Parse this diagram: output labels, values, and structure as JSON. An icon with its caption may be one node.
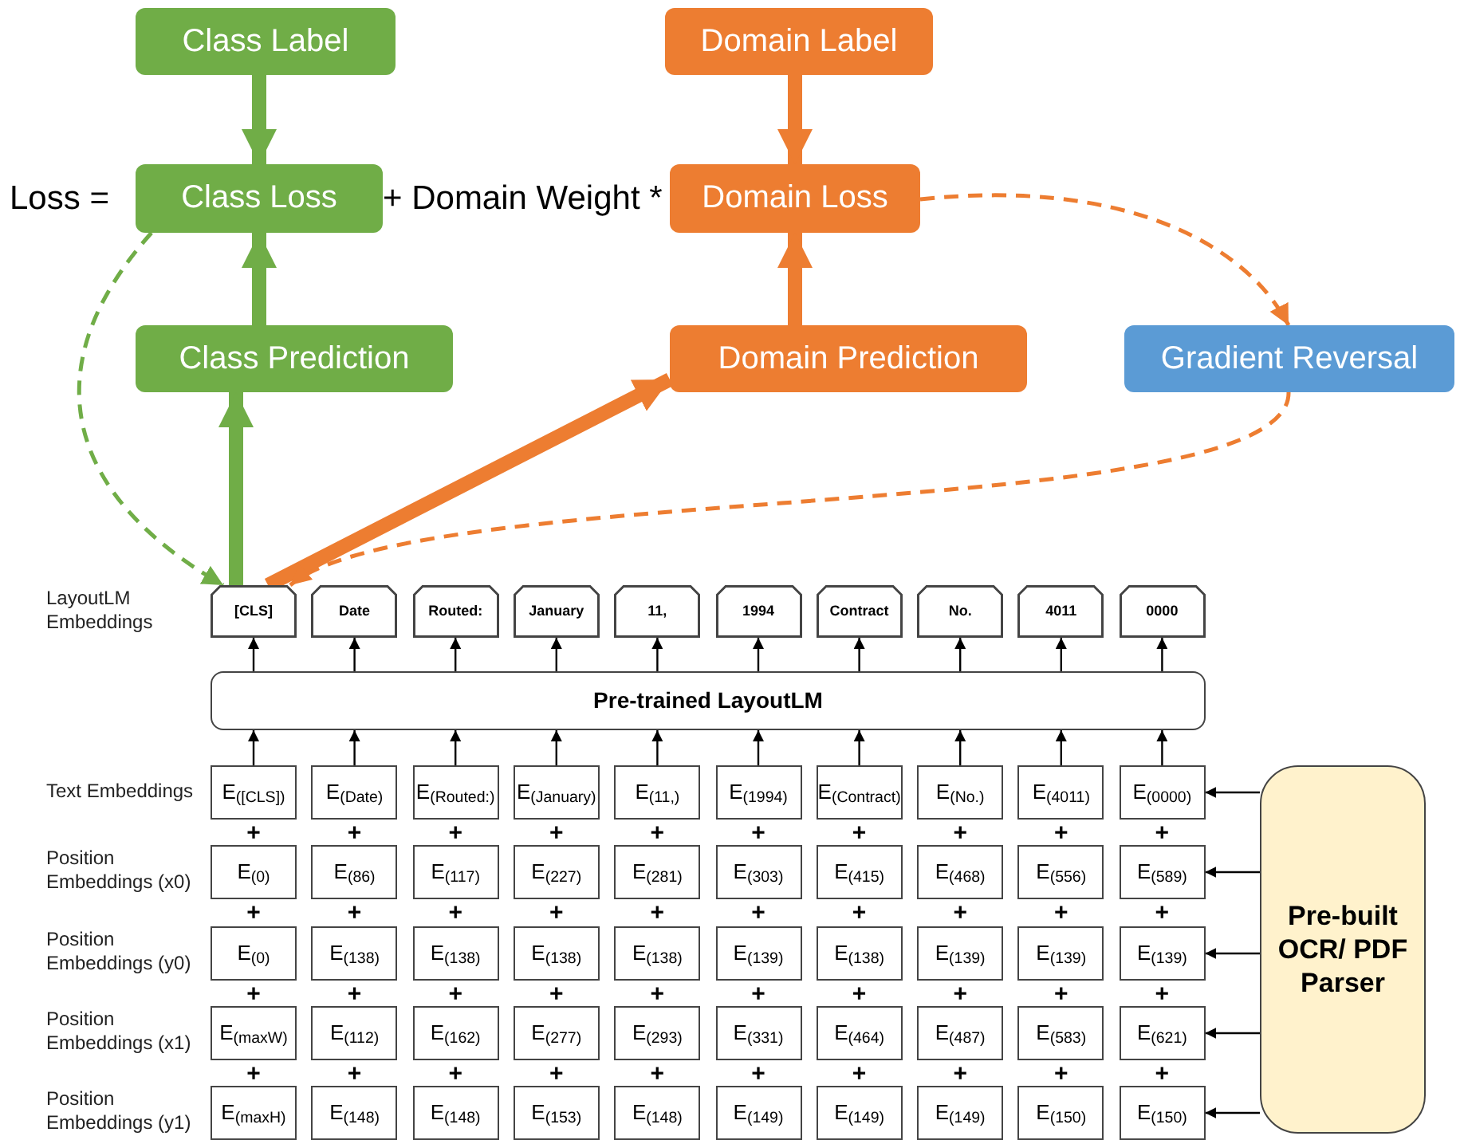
{
  "diagram": {
    "nodes": [
      {
        "text": [
          "Class Label"
        ]
      },
      {
        "text": [
          "Domain Label"
        ]
      },
      {
        "text": [
          "Class Loss"
        ]
      },
      {
        "text": [
          "Domain Loss"
        ]
      },
      {
        "text": [
          "Class Prediction"
        ]
      },
      {
        "text": [
          "Domain Prediction"
        ]
      },
      {
        "text": [
          "Gradient Reversal"
        ]
      },
      {
        "text": [
          "[CLS]"
        ]
      },
      {
        "text": [
          "Date"
        ]
      },
      {
        "text": [
          "Routed:"
        ]
      },
      {
        "text": [
          "January"
        ]
      },
      {
        "text": [
          "11,"
        ]
      },
      {
        "text": [
          "1994"
        ]
      },
      {
        "text": [
          "Contract"
        ]
      },
      {
        "text": [
          "No."
        ]
      },
      {
        "text": [
          "4011"
        ]
      },
      {
        "text": [
          "0000"
        ]
      },
      {
        "text": [
          "Pre-trained LayoutLM"
        ]
      },
      {
        "text": [
          "E$_{([CLS])}$"
        ]
      },
      {
        "text": [
          "E$_{(Date)}$"
        ]
      },
      {
        "text": [
          "E$_{(Routed:)}$"
        ]
      },
      {
        "text": [
          "E$_{(January)}$"
        ]
      },
      {
        "text": [
          "E$_{(11,)}$"
        ]
      },
      {
        "text": [
          "E$_{(1994)}$"
        ]
      },
      {
        "text": [
          "E$_{(Contract)}$"
        ]
      },
      {
        "text": [
          "E$_{(No.)}$"
        ]
      },
      {
        "text": [
          "E$_{(4011)}$"
        ]
      },
      {
        "text": [
          "E$_{(0000)}$"
        ]
      },
      {
        "text": [
          "E$_{(0)}$"
        ]
      },
      {
        "text": [
          "E$_{(86)}$"
        ]
      },
      {
        "text": [
          "E$_{(117)}$"
        ]
      },
      {
        "text": [
          "E$_{(227)}$"
        ]
      },
      {
        "text": [
          "E$_{(281)}$"
        ]
      },
      {
        "text": [
          "E$_{(303)}$"
        ]
      },
      {
        "text": [
          "E$_{(415)}$"
        ]
      },
      {
        "text": [
          "E$_{(468)}$"
        ]
      },
      {
        "text": [
          "E$_{(556)}$"
        ]
      },
      {
        "text": [
          "E$_{(589)}$"
        ]
      },
      {
        "text": [
          "E$_{(0)}$"
        ]
      },
      {
        "text": [
          "E$_{(138)}$"
        ]
      },
      {
        "text": [
          "E$_{(138)}$"
        ]
      },
      {
        "text": [
          "E$_{(138)}$"
        ]
      },
      {
        "text": [
          "E$_{(138)}$"
        ]
      },
      {
        "text": [
          "E$_{(139)}$"
        ]
      },
      {
        "text": [
          "E$_{(138)}$"
        ]
      },
      {
        "text": [
          "E$_{(139)}$"
        ]
      },
      {
        "text": [
          "E$_{(139)}$"
        ]
      },
      {
        "text": [
          "E$_{(139)}$"
        ]
      },
      {
        "text": [
          "E$_{(maxW)}$"
        ]
      },
      {
        "text": [
          "E$_{(112)}$"
        ]
      },
      {
        "text": [
          "E$_{(162)}$"
        ]
      },
      {
        "text": [
          "E$_{(277)}$"
        ]
      },
      {
        "text": [
          "E$_{(293)}$"
        ]
      },
      {
        "text": [
          "E$_{(331)}$"
        ]
      },
      {
        "text": [
          "E$_{(464)}$"
        ]
      },
      {
        "text": [
          "E$_{(487)}$"
        ]
      },
      {
        "text": [
          "E$_{(583)}$"
        ]
      },
      {
        "text": [
          "E$_{(621)}$"
        ]
      },
      {
        "text": [
          "E$_{(maxH)}$"
        ]
      },
      {
        "text": [
          "E$_{(148)}$"
        ]
      },
      {
        "text": [
          "E$_{(148)}$"
        ]
      },
      {
        "text": [
          "E$_{(153)}$"
        ]
      },
      {
        "text": [
          "E$_{(148)}$"
        ]
      },
      {
        "text": [
          "E$_{(149)}$"
        ]
      },
      {
        "text": [
          "E$_{(149)}$"
        ]
      },
      {
        "text": [
          "E$_{(149)}$"
        ]
      },
      {
        "text": [
          "E$_{(150)}$"
        ]
      },
      {
        "text": [
          "E$_{(150)}$"
        ]
      },
      {
        "text": [
          "Pre-built OCR/ PDF Parser"
        ]
      }
    ],
    "edges": [
      {
        "from": 0,
        "to": 2,
        "arrow": "to",
        "style": "thick",
        "color": "#70ad47"
      },
      {
        "from": 1,
        "to": 3,
        "arrow": "to",
        "style": "thick",
        "color": "#ed7d31"
      },
      {
        "from": 4,
        "to": 2,
        "arrow": "to",
        "style": "thick",
        "color": "#70ad47"
      },
      {
        "from": 5,
        "to": 3,
        "arrow": "to",
        "style": "thick",
        "color": "#ed7d31"
      },
      {
        "from": 7,
        "to": 4,
        "arrow": "to",
        "style": "thick",
        "color": "#70ad47"
      },
      {
        "from": 7,
        "to": 5,
        "arrow": "to",
        "style": "thick",
        "color": "#ed7d31"
      },
      {
        "from": 2,
        "to": 7,
        "arrow": "to",
        "style": "dashed",
        "color": "#70ad47"
      },
      {
        "from": 3,
        "to": 6,
        "arrow": "to",
        "style": "dashed",
        "color": "#ed7d31"
      },
      {
        "from": 6,
        "to": 7,
        "arrow": "to",
        "style": "dashed",
        "color": "#ed7d31"
      },
      {
        "from": 18,
        "to": 17,
        "arrow": "to"
      },
      {
        "from": 19,
        "to": 17,
        "arrow": "to"
      },
      {
        "from": 20,
        "to": 17,
        "arrow": "to"
      },
      {
        "from": 21,
        "to": 17,
        "arrow": "to"
      },
      {
        "from": 22,
        "to": 17,
        "arrow": "to"
      },
      {
        "from": 23,
        "to": 17,
        "arrow": "to"
      },
      {
        "from": 24,
        "to": 17,
        "arrow": "to"
      },
      {
        "from": 25,
        "to": 17,
        "arrow": "to"
      },
      {
        "from": 26,
        "to": 17,
        "arrow": "to"
      },
      {
        "from": 27,
        "to": 17,
        "arrow": "to"
      },
      {
        "from": 17,
        "to": 7,
        "arrow": "to"
      },
      {
        "from": 17,
        "to": 8,
        "arrow": "to"
      },
      {
        "from": 17,
        "to": 9,
        "arrow": "to"
      },
      {
        "from": 17,
        "to": 10,
        "arrow": "to"
      },
      {
        "from": 17,
        "to": 11,
        "arrow": "to"
      },
      {
        "from": 17,
        "to": 12,
        "arrow": "to"
      },
      {
        "from": 17,
        "to": 13,
        "arrow": "to"
      },
      {
        "from": 17,
        "to": 14,
        "arrow": "to"
      },
      {
        "from": 17,
        "to": 15,
        "arrow": "to"
      },
      {
        "from": 17,
        "to": 16,
        "arrow": "to"
      },
      {
        "from": 68,
        "to": 27,
        "arrow": "to"
      },
      {
        "from": 68,
        "to": 37,
        "arrow": "to"
      },
      {
        "from": 68,
        "to": 47,
        "arrow": "to"
      },
      {
        "from": 68,
        "to": 57,
        "arrow": "to"
      },
      {
        "from": 68,
        "to": 67,
        "arrow": "to"
      }
    ],
    "labels": [
      "Loss =",
      "+ Domain Weight *",
      "LayoutLM Embeddings",
      "Text Embeddings",
      "+",
      "+",
      "+",
      "+",
      "+",
      "+",
      "+",
      "+",
      "+",
      "+",
      "Position Embeddings (x0)",
      "+",
      "+",
      "+",
      "+",
      "+",
      "+",
      "+",
      "+",
      "+",
      "+",
      "Position Embeddings (y0)",
      "+",
      "+",
      "+",
      "+",
      "+",
      "+",
      "+",
      "+",
      "+",
      "+",
      "Position Embeddings (x1)",
      "+",
      "+",
      "+",
      "+",
      "+",
      "+",
      "+",
      "+",
      "+",
      "+",
      "Position Embeddings (y1)"
    ]
  }
}
